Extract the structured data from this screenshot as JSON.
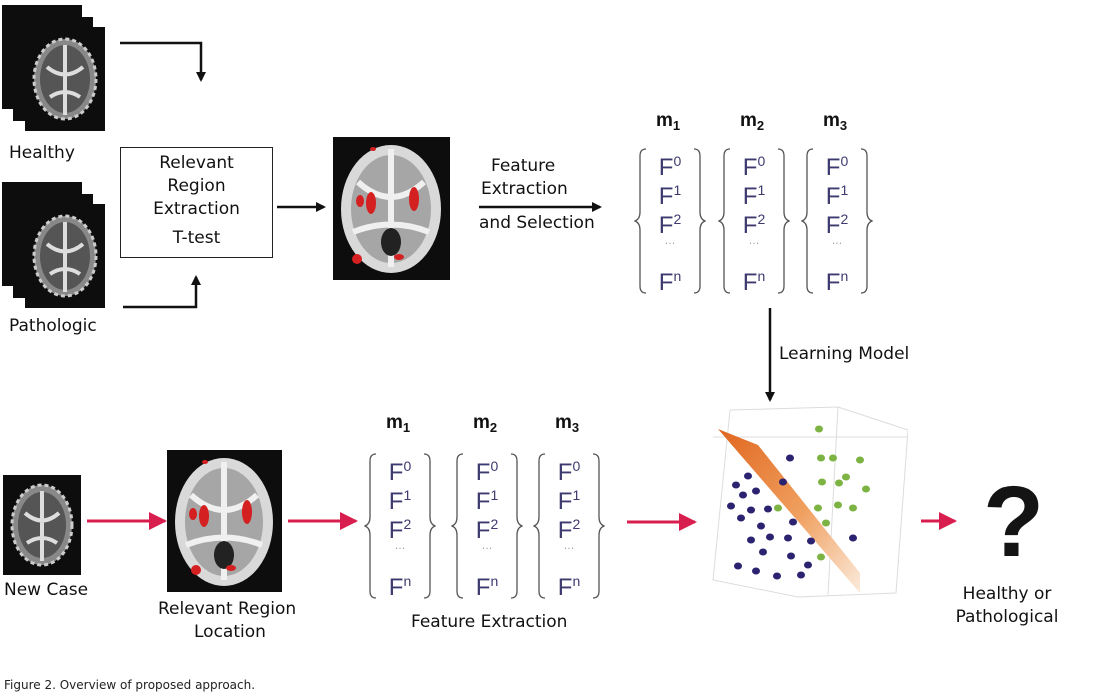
{
  "figure": {
    "caption": "Figure 2. Overview of proposed approach.",
    "colors": {
      "arrow_dark": "#111111",
      "arrow_pink": "#d81e4e",
      "feature_text": "#3c3a6e",
      "hyperplane": "#e87a2e",
      "class_healthy_points": "#2b2270",
      "class_pathological_points": "#7cb342",
      "activation": "#d42020"
    }
  },
  "training": {
    "healthy_label": "Healthy",
    "pathological_label": "Pathologic ",
    "extraction_box": {
      "line1": "Relevant",
      "line2": "Region",
      "line3": "Extraction",
      "line4": "T-test"
    },
    "feature_step": {
      "line1": "Feature",
      "line2": "Extraction",
      "line3": "and Selection"
    },
    "learning_label": "Learning Model"
  },
  "feature_sets": {
    "modalities": [
      {
        "name": "m",
        "sub": "1"
      },
      {
        "name": "m",
        "sub": "2"
      },
      {
        "name": "m",
        "sub": "3"
      }
    ],
    "features": [
      {
        "base": "F",
        "sup": "0"
      },
      {
        "base": "F",
        "sup": "1"
      },
      {
        "base": "F",
        "sup": "2"
      },
      {
        "ellipsis": "…"
      },
      {
        "base": "F",
        "sup": "n"
      }
    ]
  },
  "testing": {
    "new_case_label": "New Case",
    "location_line1": "Relevant Region",
    "location_line2": "Location",
    "feature_label": "Feature Extraction",
    "question": "?",
    "result_line1": "Healthy or",
    "result_line2": "Pathological"
  }
}
